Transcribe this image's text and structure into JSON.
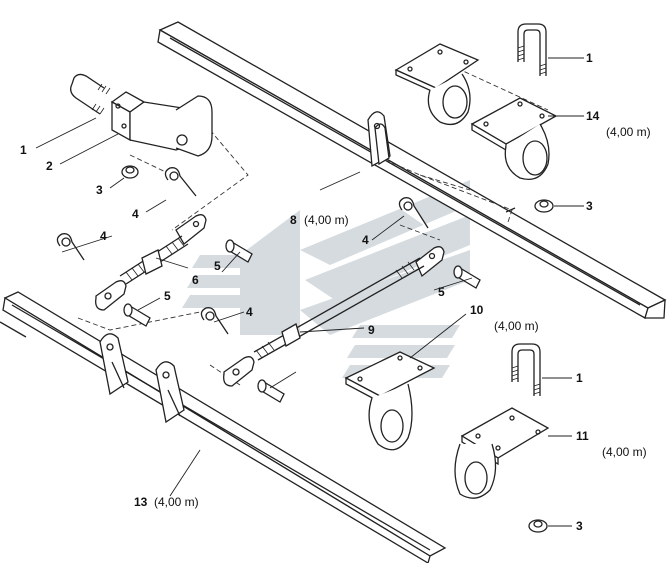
{
  "labels": {
    "l1_top": "1",
    "l14": "14",
    "l14_len": "(4,00 m)",
    "l3_right_top": "3",
    "l1_left": "1",
    "l2": "2",
    "l3_left": "3",
    "l4_a": "4",
    "l4_b": "4",
    "l8_num": "8",
    "l8_len": "(4,00 m)",
    "l4_c": "4",
    "l6": "6",
    "l5_a": "5",
    "l5_b": "5",
    "l5_c": "5",
    "l10": "10",
    "l10_len": "(4,00 m)",
    "l4_d": "4",
    "l9": "9",
    "l1_bottom": "1",
    "l11": "11",
    "l11_len": "(4,00 m)",
    "l3_bottom": "3",
    "l13_num": "13",
    "l13_len": "(4,00 m)"
  },
  "watermark": {
    "color": "#8a9aa5"
  }
}
